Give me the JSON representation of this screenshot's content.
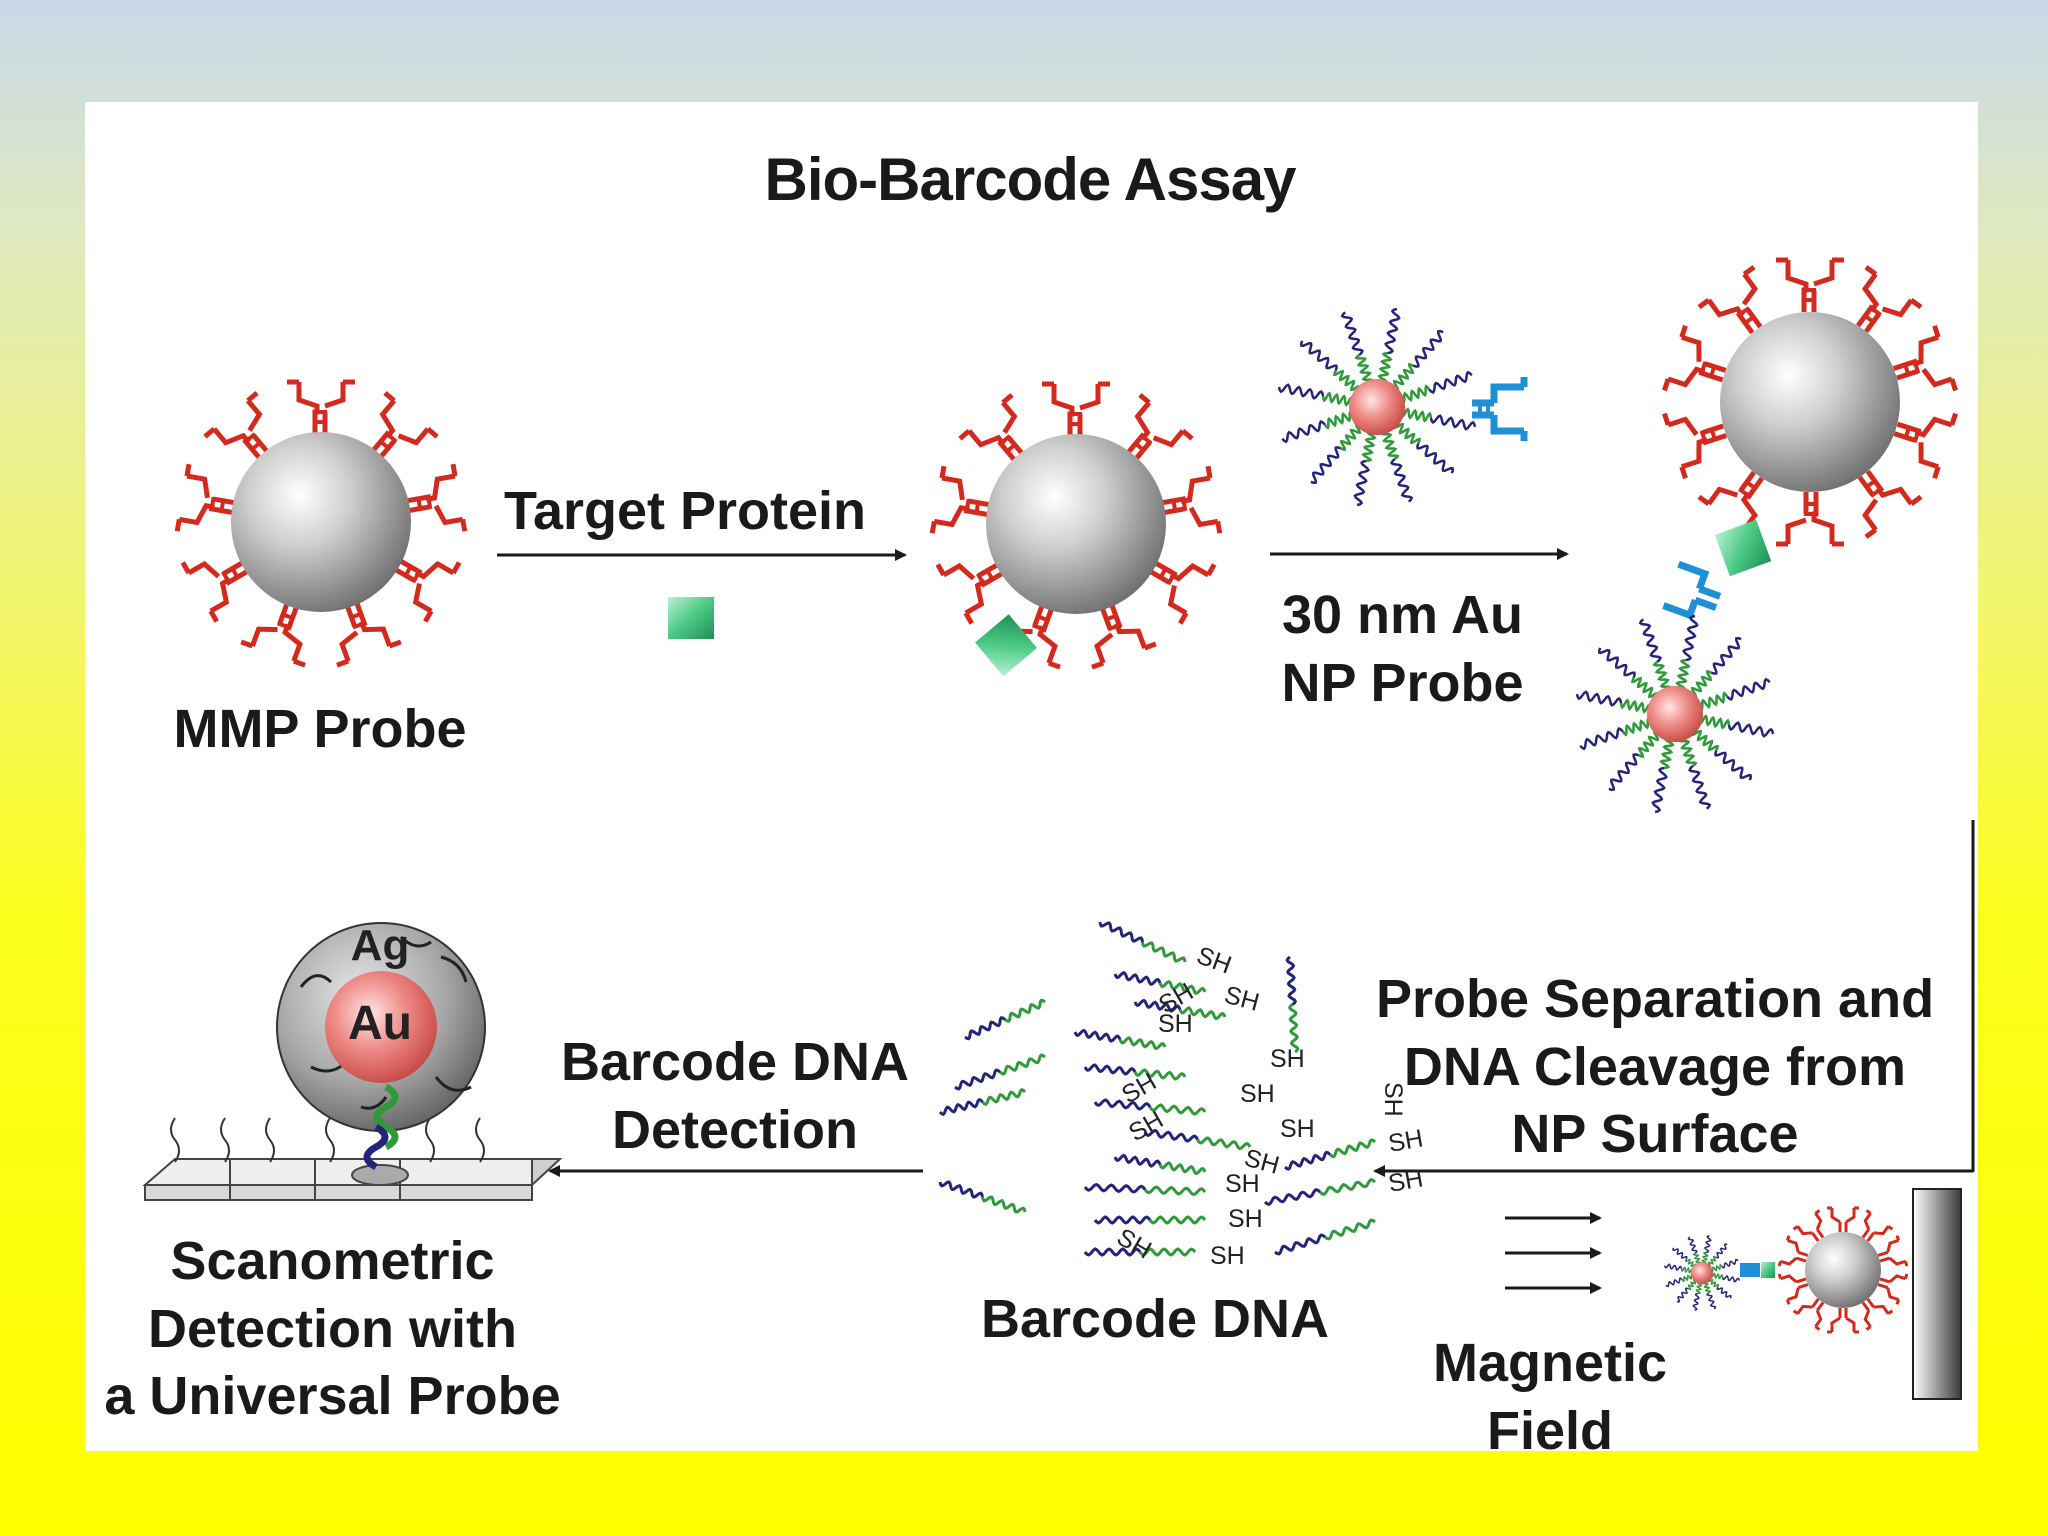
{
  "title": "Bio-Barcode Assay",
  "labels": {
    "mmp_probe": "MMP Probe",
    "target_protein": "Target Protein",
    "au_np_probe": "30 nm Au\nNP Probe",
    "probe_separation": "Probe Separation and\nDNA Cleavage from\nNP Surface",
    "barcode_dna_detection": "Barcode DNA\nDetection",
    "barcode_dna": "Barcode DNA",
    "scanometric": "Scanometric\nDetection with\na Universal Probe",
    "magnetic_field": "Magnetic\nField",
    "ag": "Ag",
    "au": "Au",
    "sh": "SH"
  },
  "colors": {
    "antibody": "#d42a1e",
    "dna_green": "#2f9a3a",
    "dna_blue": "#24247a",
    "target": "#3cbf7a",
    "probe_blue": "#1f8fd6",
    "magnetic_particle": "#9a9a9a",
    "au_particle": "#e8706c"
  }
}
